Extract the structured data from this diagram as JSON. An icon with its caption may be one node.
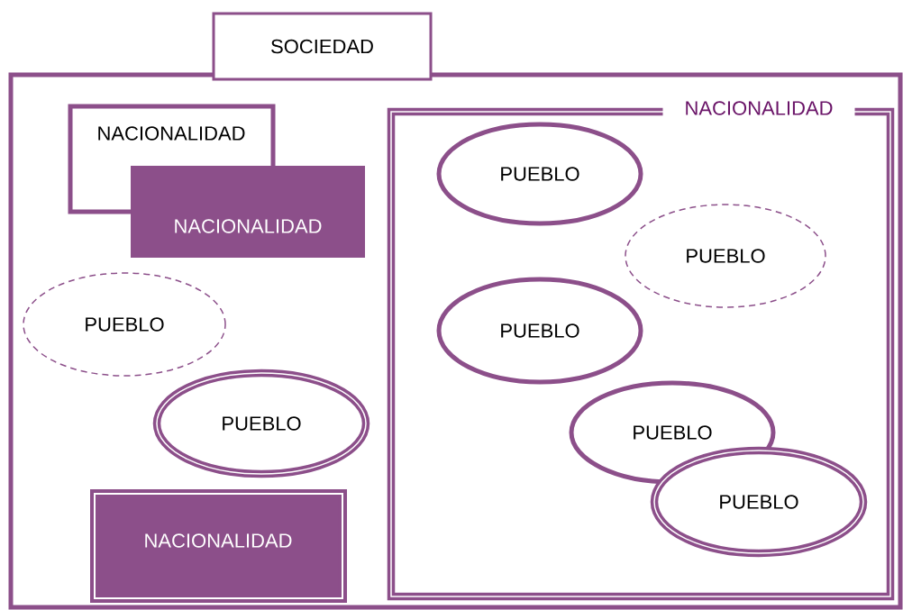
{
  "diagram": {
    "nodes": [
      {
        "text": [
          "SOCIEDAD"
        ]
      },
      {
        "text": [
          "NACIONALIDAD"
        ],
        "in": 0
      },
      {
        "text": [
          "NACIONALIDAD"
        ],
        "in": 0
      },
      {
        "text": [
          "PUEBLO"
        ],
        "in": 0
      },
      {
        "text": [
          "PUEBLO"
        ],
        "in": 0
      },
      {
        "text": [
          "NACIONALIDAD"
        ],
        "in": 0
      },
      {
        "text": [
          "NACIONALIDAD"
        ],
        "in": 0
      },
      {
        "text": [
          "PUEBLO"
        ],
        "in": 6
      },
      {
        "text": [
          "PUEBLO"
        ],
        "in": 6
      },
      {
        "text": [
          "PUEBLO"
        ],
        "in": 6
      },
      {
        "text": [
          "PUEBLO"
        ],
        "in": 6
      },
      {
        "text": [
          "PUEBLO"
        ],
        "in": 6
      }
    ]
  }
}
